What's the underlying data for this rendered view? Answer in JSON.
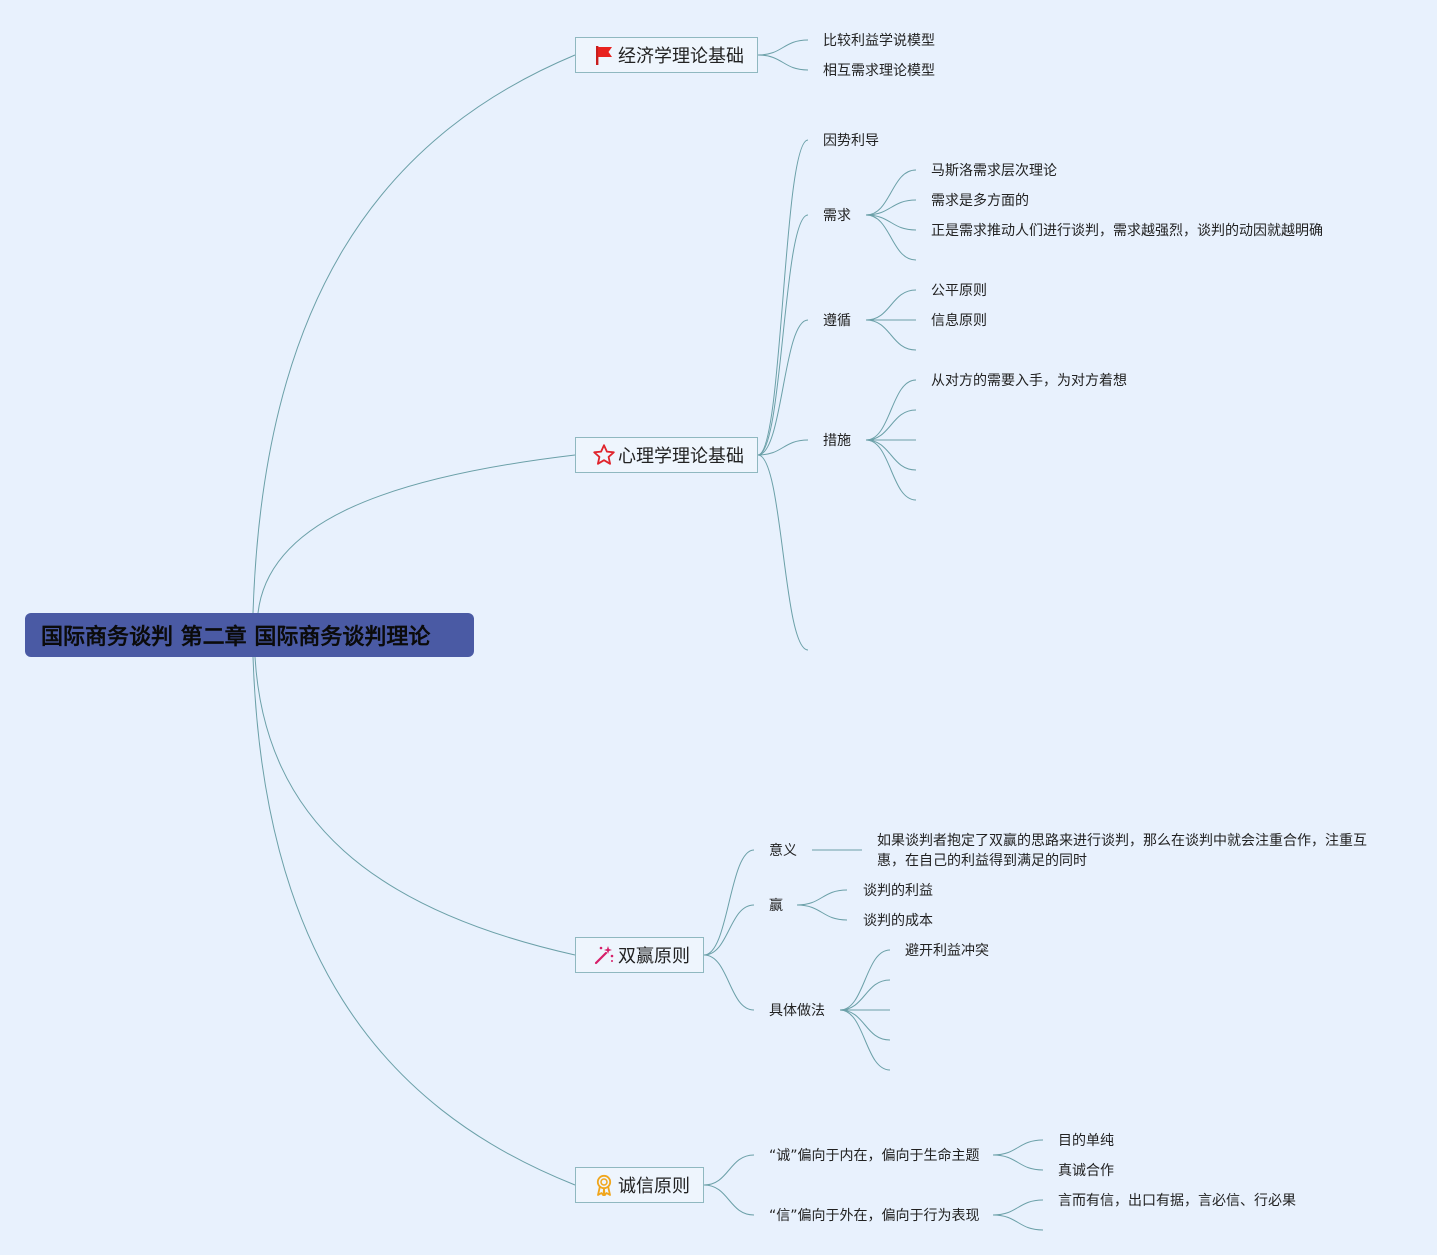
{
  "root": {
    "label": "国际商务谈判 第二章 国际商务谈判理论"
  },
  "colors": {
    "background": "#e8f1fd",
    "root_fill": "#4a5aa4",
    "line": "#6ba0a8",
    "branch_border": "#8fb8c0"
  },
  "branches": {
    "economics": {
      "label": "经济学理论基础",
      "icon": "red-flag-icon",
      "children": [
        "比较利益学说模型",
        "相互需求理论模型"
      ]
    },
    "psychology": {
      "label": "心理学理论基础",
      "icon": "star-outline-icon",
      "yinshi": "因势利导",
      "need": {
        "label": "需求",
        "children": [
          "马斯洛需求层次理论",
          "需求是多方面的",
          "正是需求推动人们进行谈判，需求越强烈，谈判的动因就越明确"
        ]
      },
      "follow": {
        "label": "遵循",
        "children": [
          "公平原则",
          "信息原则"
        ]
      },
      "measures": {
        "label": "措施",
        "children": [
          "从对方的需要入手，为对方着想"
        ]
      }
    },
    "winwin": {
      "label": "双赢原则",
      "icon": "magic-wand-icon",
      "meaning": {
        "label": "意义",
        "text": "如果谈判者抱定了双赢的思路来进行谈判，那么在谈判中就会注重合作，注重互惠，在自己的利益得到满足的同时"
      },
      "win": {
        "label": "赢",
        "children": [
          "谈判的利益",
          "谈判的成本"
        ]
      },
      "practice": {
        "label": "具体做法",
        "children": [
          "避开利益冲突"
        ]
      }
    },
    "integrity": {
      "label": "诚信原则",
      "icon": "award-ribbon-icon",
      "cheng": {
        "label": "“诚”偏向于内在，偏向于生命主题",
        "children": [
          "目的单纯",
          "真诚合作"
        ]
      },
      "xin": {
        "label": "“信”偏向于外在，偏向于行为表现",
        "children": [
          "言而有信，出口有据，言必信、行必果"
        ]
      }
    }
  }
}
